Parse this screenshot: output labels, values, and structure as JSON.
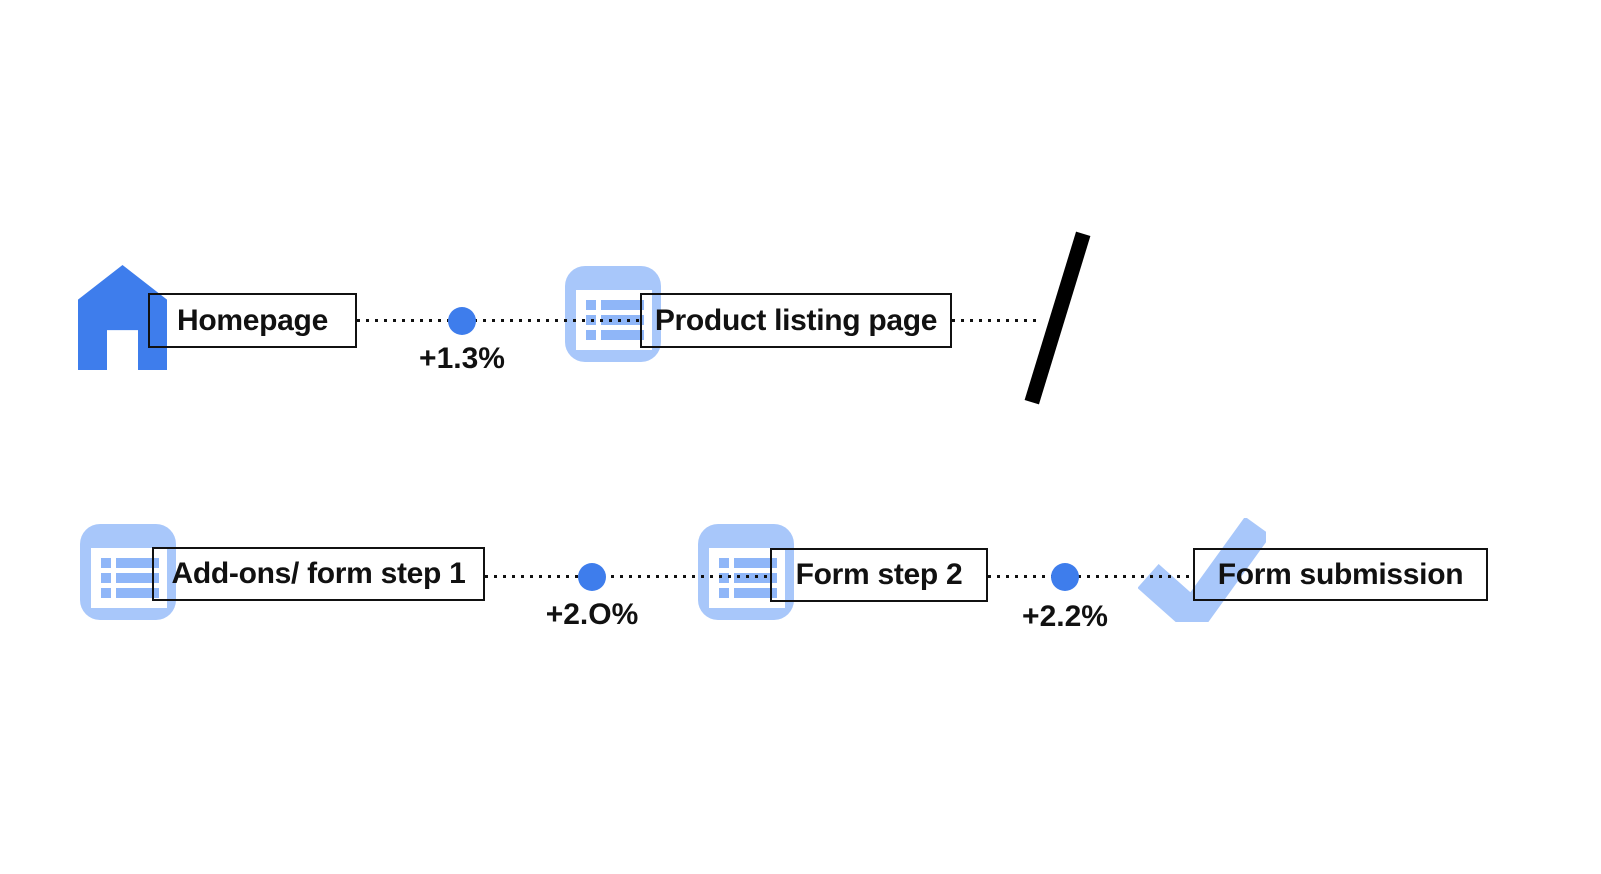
{
  "palette": {
    "primary_blue": "#3E7DEC",
    "light_blue": "#A8C7FA",
    "bar_blue": "#8FB6F8",
    "ink": "#111111",
    "background": "#ffffff"
  },
  "flow": {
    "row1": {
      "node1": {
        "icon": "home-icon",
        "label": "Homepage"
      },
      "connector1": {
        "delta": "+1.3%"
      },
      "node2": {
        "icon": "list-page-icon",
        "label": "Product listing page"
      },
      "end_marker": "slash-break"
    },
    "row2": {
      "node1": {
        "icon": "list-page-icon",
        "label": "Add-ons/ form step 1"
      },
      "connector1": {
        "delta": "+2.O%"
      },
      "node2": {
        "icon": "list-page-icon",
        "label": "Form step 2"
      },
      "connector2": {
        "delta": "+2.2%"
      },
      "node3": {
        "icon": "check-icon",
        "label": "Form submission"
      }
    }
  }
}
